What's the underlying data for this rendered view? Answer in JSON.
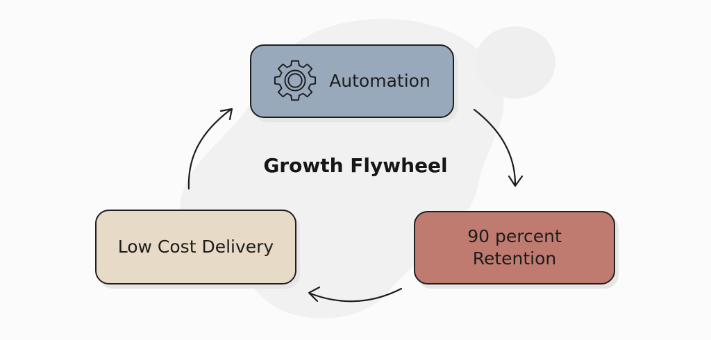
{
  "diagram": {
    "title": "Growth Flywheel",
    "nodes": [
      {
        "id": "automation",
        "label": "Automation",
        "icon": "gear-icon",
        "color": "#98a9bb"
      },
      {
        "id": "retention",
        "label": "90 percent\nRetention",
        "color": "#c07b70"
      },
      {
        "id": "delivery",
        "label": "Low Cost Delivery",
        "color": "#e7dac6"
      }
    ],
    "edges": [
      {
        "from": "automation",
        "to": "retention"
      },
      {
        "from": "retention",
        "to": "delivery"
      },
      {
        "from": "delivery",
        "to": "automation"
      }
    ]
  }
}
